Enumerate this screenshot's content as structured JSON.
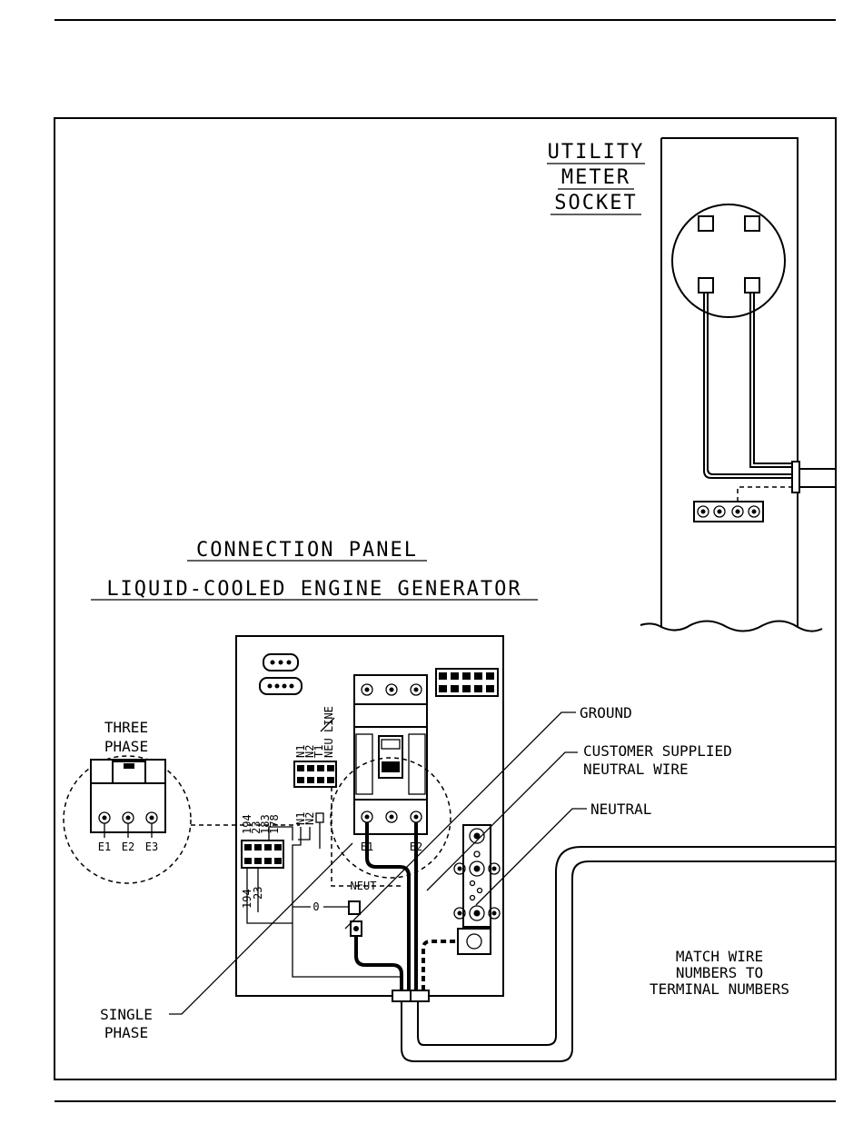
{
  "utility_meter": {
    "line1": "UTILITY",
    "line2": "METER",
    "line3": "SOCKET"
  },
  "panel_title": {
    "line1": "CONNECTION PANEL",
    "line2": "LIQUID-COOLED ENGINE GENERATOR"
  },
  "callouts": {
    "ground": "GROUND",
    "customer_neutral_1": "CUSTOMER SUPPLIED",
    "customer_neutral_2": "NEUTRAL WIRE",
    "neutral": "NEUTRAL",
    "single_phase_1": "SINGLE",
    "single_phase_2": "PHASE",
    "three_phase_1": "THREE",
    "three_phase_2": "PHASE",
    "match_1": "MATCH WIRE",
    "match_2": "NUMBERS TO",
    "match_3": "TERMINAL NUMBERS"
  },
  "terminals": {
    "e1": "E1",
    "e2": "E2",
    "e3": "E3",
    "neut": "NEUT",
    "zero": "0",
    "n1": "N1",
    "n2": "N2",
    "t1": "T1",
    "neu": "NEU",
    "line": "LINE",
    "w194": "194",
    "w23": "23",
    "w183": "183",
    "w178": "178",
    "w194b": "194",
    "w23b": "23"
  }
}
